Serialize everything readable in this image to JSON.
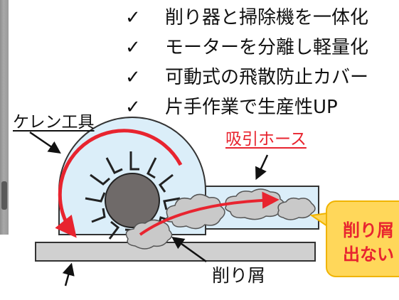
{
  "checklist": [
    {
      "mark": "✓",
      "text": "削り器と掃除機を一体化"
    },
    {
      "mark": "✓",
      "text": "モーターを分離し軽量化"
    },
    {
      "mark": "✓",
      "text": "可動式の飛散防止カバー"
    },
    {
      "mark": "✓",
      "text": "片手作業で生産性UP"
    }
  ],
  "labels": {
    "tool": "ケレン工具",
    "hose": "吸引ホース",
    "chips": "削り屑"
  },
  "callout": {
    "line1": "削り屑",
    "line2": "出ない"
  },
  "colors": {
    "accent_red": "#e8242f",
    "cover_fill": "#dbeef9",
    "callout_fill": "#ffd75a",
    "hub_fill": "#6f6a69",
    "plate_fill": "#d0d0d0",
    "dust_fill": "#c9c9c9"
  }
}
